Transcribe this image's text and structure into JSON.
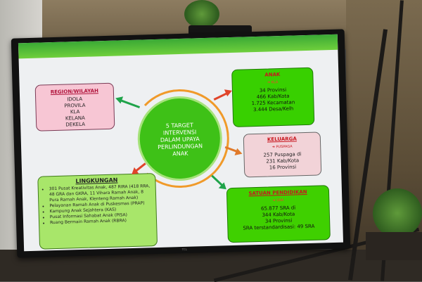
{
  "circle": {
    "lines": [
      "5 TARGET",
      "INTERVENSI",
      "DALAM UPAYA",
      "PERLINDUNGAN",
      "ANAK"
    ]
  },
  "region": {
    "title": "REGION/WILAYAH",
    "items": [
      "IDOLA",
      "PROVILA",
      "KLA",
      "KELANA",
      "DEKELA"
    ]
  },
  "anak": {
    "title": "ANAK",
    "subtitle": "➔ KLA",
    "items": [
      "34 Provinsi",
      "466 Kab/Kota",
      "1.725 Kecamatan",
      "3.444 Desa/Kelh"
    ]
  },
  "keluarga": {
    "title": "KELUARGA",
    "subtitle": "➔ PUSPAGA",
    "items": [
      "257 Puspaga di",
      "231 Kab/Kota",
      "16 Provinsi"
    ]
  },
  "lingkungan": {
    "title": "LINGKUNGAN",
    "items": [
      "301 Pusat Kreativitas Anak, 487 RIRA (418 RRA, 48 GRA dan GKRA, 11 Vihara Ramah Anak, 8 Pura Ramah Anak, Klenteng Ramah Anak)",
      "Pelayanan Ramah Anak di Puskesmas (PRAP)",
      "Kampung Anak Sejahtera (KAS)",
      "Pusat Informasi Sahabat Anak (PISA)",
      "Ruang Bermain Ramah Anak (RBRA)"
    ]
  },
  "pendidikan": {
    "title": "SATUAN PENDIDIKAN",
    "subtitle": "➔ SRA",
    "items": [
      "65.877 SRA di",
      "344 Kab/Kota",
      "34 Provinsi",
      "SRA terstandardisasi: 49 SRA"
    ]
  },
  "tv": {
    "brand": "TCL"
  },
  "colors": {
    "arrow_green": "#1fa34a",
    "arrow_red": "#e0442a",
    "arrow_orange": "#e07a2a"
  }
}
